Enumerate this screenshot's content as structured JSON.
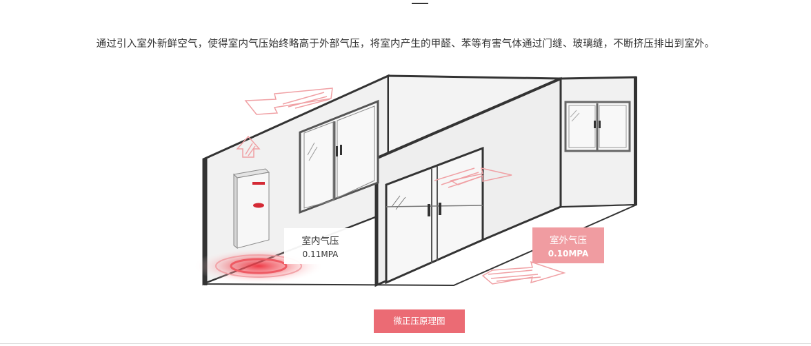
{
  "intro_text": "通过引入室外新鲜空气，使得室内气压始终略高于外部气压，将室内产生的甲醛、苯等有害气体通过门缝、玻璃缝，不断挤压排出到室外。",
  "indoor": {
    "title": "室内气压",
    "value": "0.11MPA"
  },
  "outdoor": {
    "title": "室外气压",
    "value": "0.10MPA"
  },
  "button_label": "微正压原理图",
  "colors": {
    "accent": "#eb6b74",
    "outdoor_badge": "#f09ca1",
    "wall_line": "#333333",
    "wall_fill": "#f1f1f1",
    "floor_fill": "#ffffff",
    "arrow": "#f0a0a4"
  }
}
